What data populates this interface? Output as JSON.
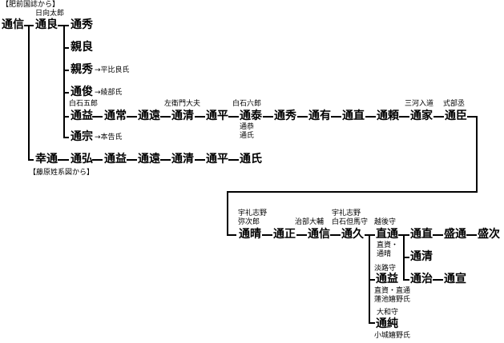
{
  "sources": {
    "top": "【肥前国誌から】",
    "bottom": "【藤原姓系図から】"
  },
  "people": {
    "p01": {
      "name": "通信"
    },
    "p02": {
      "name": "通良",
      "note": "日向太郎"
    },
    "p03": {
      "name": "通秀"
    },
    "p04": {
      "name": "親良"
    },
    "p05": {
      "name": "親秀",
      "note": "→平比良氏"
    },
    "p06": {
      "name": "通俊",
      "note": "→綾部氏"
    },
    "p07": {
      "name": "通益",
      "note": "白石五郎"
    },
    "p08": {
      "name": "通常"
    },
    "p09": {
      "name": "通遠"
    },
    "p10": {
      "name": "通清",
      "note": "左衛門大夫"
    },
    "p11": {
      "name": "通平"
    },
    "p12": {
      "name": "通泰",
      "note": "白石六郎",
      "note2": "通恭",
      "note3": "通氏"
    },
    "p13": {
      "name": "通秀"
    },
    "p14": {
      "name": "通有"
    },
    "p15": {
      "name": "通直"
    },
    "p16": {
      "name": "通頼"
    },
    "p17": {
      "name": "通家",
      "note": "三河入道"
    },
    "p18": {
      "name": "通臣",
      "note": "式部丞"
    },
    "p19": {
      "name": "通宗",
      "note": "→本告氏"
    },
    "p20": {
      "name": "幸通"
    },
    "p21": {
      "name": "通弘"
    },
    "p22": {
      "name": "通益"
    },
    "p23": {
      "name": "通遠"
    },
    "p24": {
      "name": "通清"
    },
    "p25": {
      "name": "通平"
    },
    "p26": {
      "name": "通氏"
    },
    "p27": {
      "name": "通晴",
      "note": "宇礼志野",
      "note2": "弥次郎"
    },
    "p28": {
      "name": "通正"
    },
    "p29": {
      "name": "通信",
      "note": "治部大輔"
    },
    "p30": {
      "name": "通久",
      "note": "宇礼志野",
      "note2": "白石但馬守"
    },
    "p31": {
      "name": "直通",
      "note": "越後守",
      "note2": "直資・",
      "note3": "通晴"
    },
    "p32": {
      "name": "通直"
    },
    "p33": {
      "name": "盛通"
    },
    "p34": {
      "name": "盛次"
    },
    "p35": {
      "name": "通清"
    },
    "p36": {
      "name": "通益",
      "note": "淡路守",
      "note2": "直資・直通",
      "note3": "蓮池嬉野氏"
    },
    "p37": {
      "name": "通治"
    },
    "p38": {
      "name": "通宣"
    },
    "p39": {
      "name": "通純",
      "note": "大和守",
      "note2": "小城嬉野氏"
    }
  }
}
